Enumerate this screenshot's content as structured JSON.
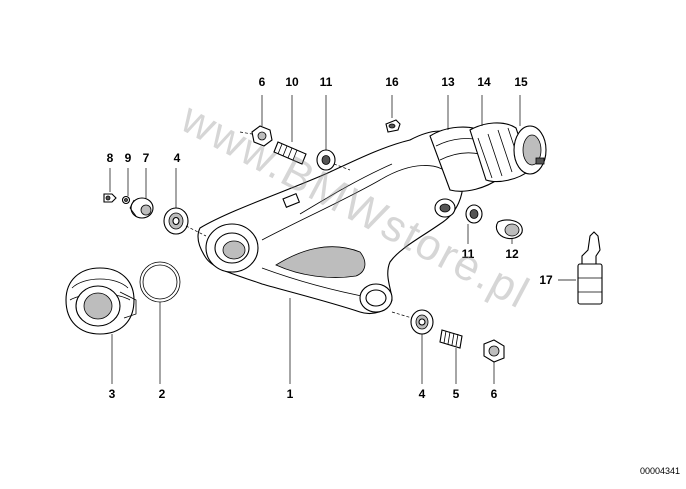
{
  "watermark": "www.BMWstore.pl",
  "drawing_id": "00004341",
  "callouts": {
    "c1": "1",
    "c2": "2",
    "c3": "3",
    "c4a": "4",
    "c4b": "4",
    "c5": "5",
    "c6a": "6",
    "c6b": "6",
    "c7": "7",
    "c8": "8",
    "c9": "9",
    "c10": "10",
    "c11a": "11",
    "c11b": "11",
    "c12": "12",
    "c13": "13",
    "c14": "14",
    "c15": "15",
    "c16": "16",
    "c17": "17"
  }
}
